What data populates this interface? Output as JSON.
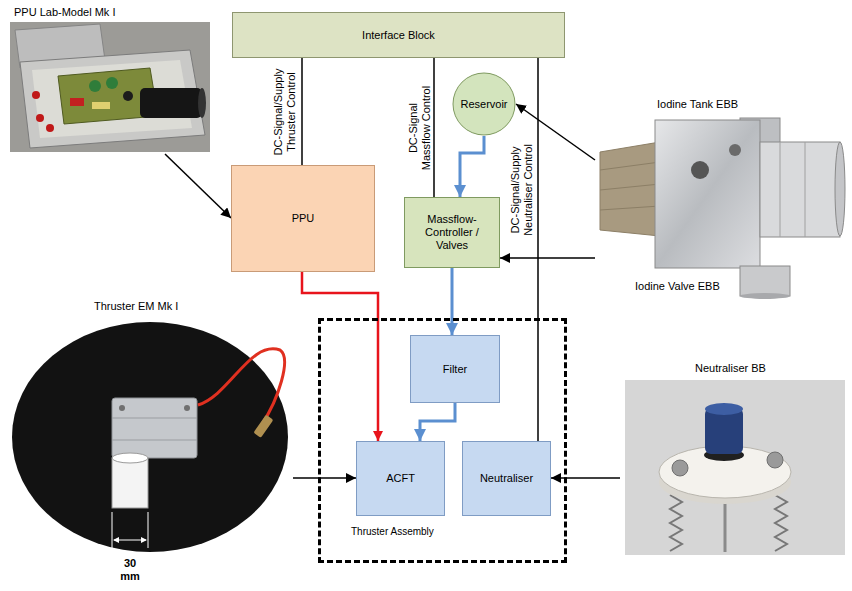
{
  "diagram": {
    "nodes": [
      {
        "text": [
          "Interface Block"
        ]
      },
      {
        "text": [
          "PPU Lab-Model Mk I"
        ]
      },
      {
        "text": [
          "Reservoir"
        ]
      },
      {
        "text": [
          "Iodine Tank EBB",
          "Iodine Valve EBB"
        ]
      },
      {
        "text": [
          "PPU"
        ]
      },
      {
        "text": [
          "Massflow- Controller / Valves"
        ]
      },
      {
        "text": [
          "Thruster EM Mk I"
        ]
      },
      {
        "text": [
          "Thruster Assembly"
        ]
      },
      {
        "text": [
          "Filter"
        ],
        "in": 7
      },
      {
        "text": [
          "ACFT"
        ],
        "in": 7
      },
      {
        "text": [
          "Neutraliser"
        ],
        "in": 7
      },
      {
        "text": [
          "Neutraliser BB"
        ]
      }
    ],
    "edges": [
      {
        "from": 0,
        "to": 4,
        "label": "DC-Signal/Supply Thruster Control",
        "arrow": "none"
      },
      {
        "from": 0,
        "to": 5,
        "label": "DC-Signal Massflow Control",
        "arrow": "none"
      },
      {
        "from": 0,
        "to": 10,
        "label": "DC-Signal/Supply Neutraliser Control",
        "arrow": "none"
      },
      {
        "from": 1,
        "to": 4,
        "arrow": "to"
      },
      {
        "from": 3,
        "to": 2,
        "arrow": "to"
      },
      {
        "from": 3,
        "to": 5,
        "arrow": "to"
      },
      {
        "from": 2,
        "to": 5,
        "arrow": "to"
      },
      {
        "from": 4,
        "to": 9,
        "arrow": "to"
      },
      {
        "from": 5,
        "to": 8,
        "arrow": "to"
      },
      {
        "from": 8,
        "to": 9,
        "arrow": "to"
      },
      {
        "from": 6,
        "to": 9,
        "arrow": "to"
      },
      {
        "from": 11,
        "to": 10,
        "arrow": "to"
      }
    ],
    "labels": [
      "30 mm"
    ]
  }
}
